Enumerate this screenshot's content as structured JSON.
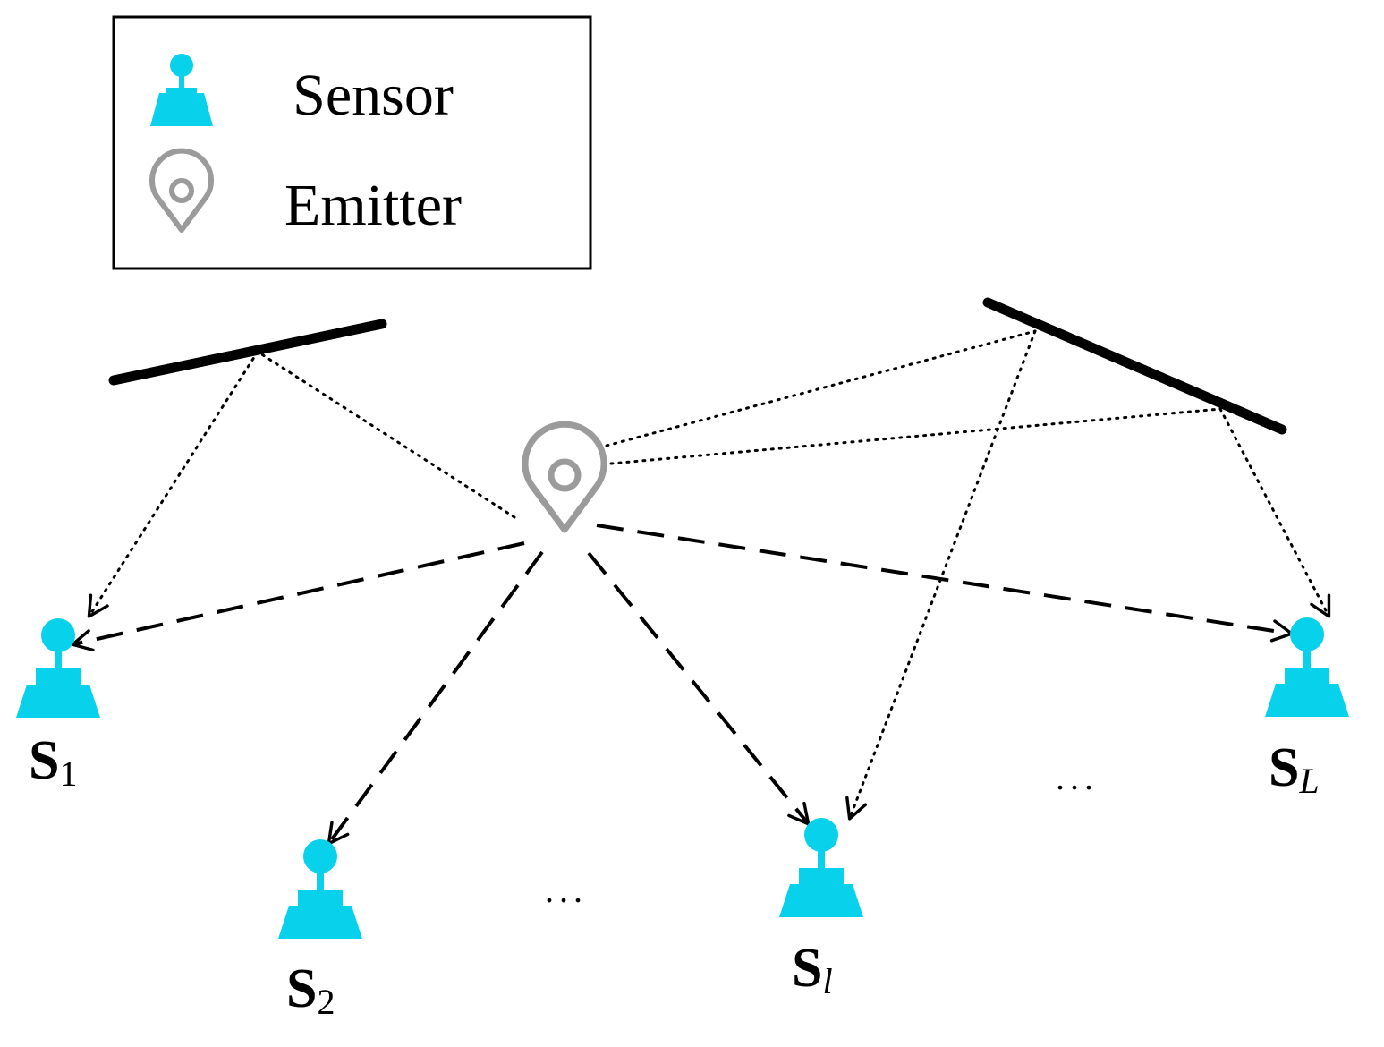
{
  "legend": {
    "sensor_label": "Sensor",
    "emitter_label": "Emitter"
  },
  "sensors": [
    {
      "main": "S",
      "sub": "1",
      "sub_italic": false
    },
    {
      "main": "S",
      "sub": "2",
      "sub_italic": false
    },
    {
      "main": "S",
      "sub": "l",
      "sub_italic": true
    },
    {
      "main": "S",
      "sub": "L",
      "sub_italic": true
    }
  ],
  "ellipses": [
    "...",
    "..."
  ],
  "colors": {
    "sensor": "#08d1ec",
    "emitter": "#9b9b9b",
    "line": "#000000"
  }
}
